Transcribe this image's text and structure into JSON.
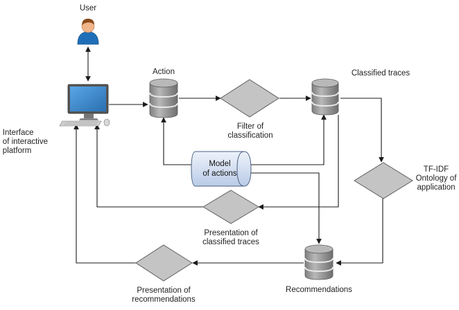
{
  "nodes": {
    "user": {
      "label": "User"
    },
    "interface": {
      "label_lines": [
        "Interface",
        "of interactive",
        "platform"
      ]
    },
    "action": {
      "label": "Action"
    },
    "filter": {
      "label_lines": [
        "Filter of",
        "classification"
      ]
    },
    "classified_traces": {
      "label": "Classified traces"
    },
    "model_of_actions": {
      "label_lines": [
        "Model",
        "of actions"
      ]
    },
    "tfidf": {
      "label_lines": [
        "TF-IDF",
        "Ontology of",
        "application"
      ]
    },
    "presentation_classified": {
      "label_lines": [
        "Presentation of",
        "classified traces"
      ]
    },
    "recommendations": {
      "label": "Recommendations"
    },
    "presentation_recommendations": {
      "label_lines": [
        "Presentation of",
        "recommendations"
      ]
    }
  },
  "colors": {
    "line": "#1a1a1a",
    "diamond_fill": "#c4c4c4",
    "db_fill": "#9a9a9a",
    "db_band": "#e8e8e8",
    "model_fill": "#dde7f5",
    "model_stroke": "#4a5f80",
    "monitor_screen": "#3b86c8",
    "user_shirt": "#1f6fb8",
    "user_skin": "#f2b58a",
    "user_hair": "#8a4b1c"
  }
}
